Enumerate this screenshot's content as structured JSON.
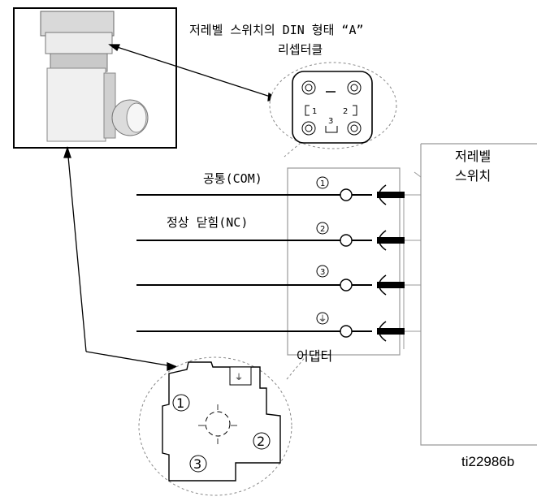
{
  "labels": {
    "title_line1": "저레벨 스위치의 DIN 형태 “A”",
    "title_line2": "리셉터클",
    "com": "공통(COM)",
    "nc": "정상 닫힘(NC)",
    "switch_line1": "저레벨",
    "switch_line2": "스위치",
    "adapter": "어댑터",
    "figure_id": "ti22986b"
  },
  "pins": {
    "p1": "1",
    "p2": "2",
    "p3": "3",
    "ground": "⏚"
  },
  "receptacle_pins": {
    "a": "1",
    "b": "2",
    "c": "3"
  },
  "colors": {
    "line": "#000000",
    "gray": "#9a9a9a",
    "fill_light": "#e8e8e8"
  }
}
